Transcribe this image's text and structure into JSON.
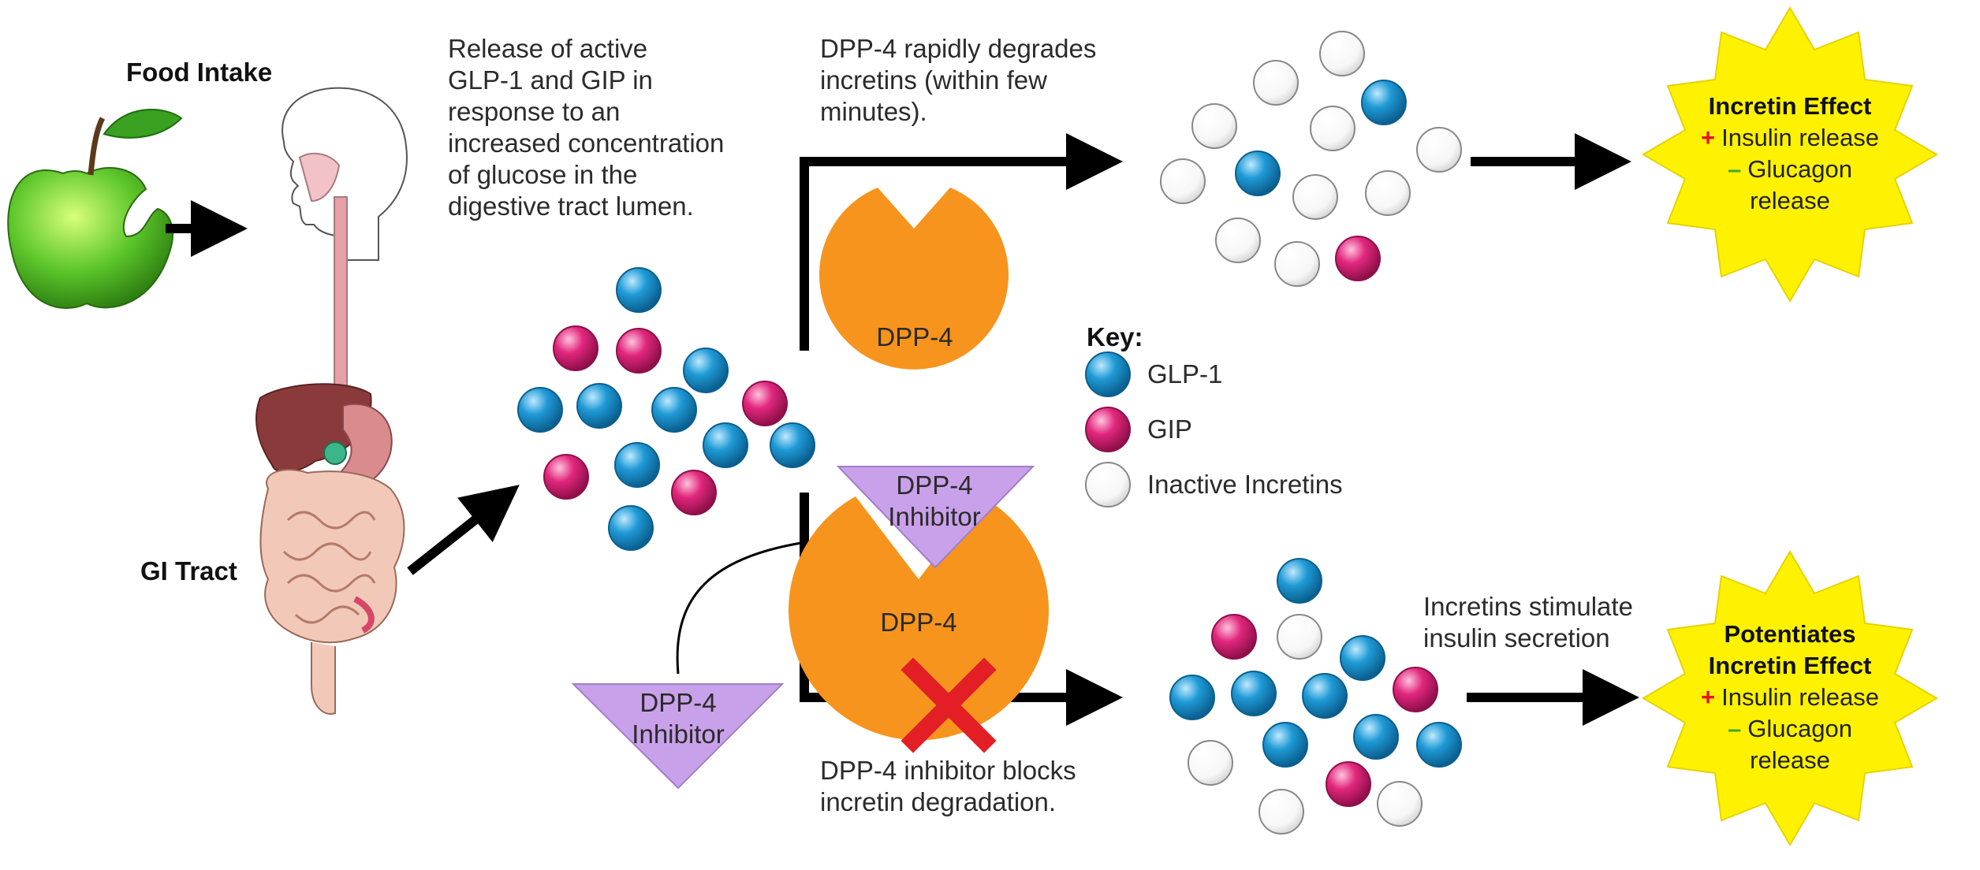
{
  "labels": {
    "food_intake": "Food Intake",
    "gi_tract": "GI Tract",
    "release_text": "Release of active\nGLP-1 and GIP in\nresponse to an\nincreased concentration\nof glucose in the\ndigestive tract lumen.",
    "degrade_text": "DPP-4 rapidly degrades\nincretins (within few\nminutes).",
    "block_text": "DPP-4 inhibitor blocks\nincretin degradation.",
    "stimulate_text": "Incretins stimulate\ninsulin secretion",
    "enzyme": "DPP-4",
    "inhibitor": "DPP-4\nInhibitor"
  },
  "key": {
    "title": "Key:",
    "items": [
      {
        "label": "GLP-1",
        "color": "#1f9ad6"
      },
      {
        "label": "GIP",
        "color": "#e2277d"
      },
      {
        "label": "Inactive Incretins",
        "color": "#ffffff"
      }
    ]
  },
  "effect_top": {
    "title": "Incretin Effect",
    "plus_sign": "+",
    "line1": "Insulin release",
    "minus_sign": "–",
    "line2": "Glucagon",
    "line3": "release"
  },
  "effect_bottom": {
    "title1": "Potentiates",
    "title2": "Incretin Effect",
    "plus_sign": "+",
    "line1": "Insulin release",
    "minus_sign": "–",
    "line2": "Glucagon",
    "line3": "release"
  },
  "colors": {
    "glp1": "#1f9ad6",
    "gip": "#e2277d",
    "inactive": "#ffffff",
    "enzyme": "#f7941d",
    "inhibitor": "#c9a1ea",
    "star": "#fff200",
    "block_x": "#e31e24"
  }
}
